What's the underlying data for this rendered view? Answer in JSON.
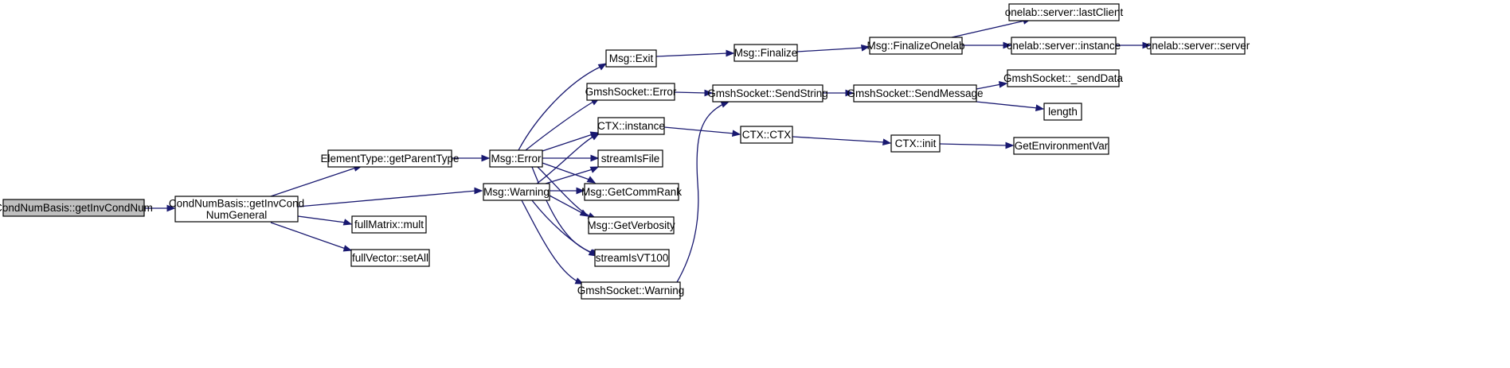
{
  "graph": {
    "edge_color": "#191970",
    "root_fill": "#bfbfbf",
    "nodes": {
      "root": [
        "CondNumBasis::getInvCondNum"
      ],
      "general": [
        "CondNumBasis::getInvCond",
        "NumGeneral"
      ],
      "parentType": [
        "ElementType::getParentType"
      ],
      "fmMult": [
        "fullMatrix::mult"
      ],
      "fvSetAll": [
        "fullVector::setAll"
      ],
      "msgError": [
        "Msg::Error"
      ],
      "msgWarning": [
        "Msg::Warning"
      ],
      "msgExit": [
        "Msg::Exit"
      ],
      "gsError": [
        "GmshSocket::Error"
      ],
      "ctxInstance": [
        "CTX::instance"
      ],
      "streamIsFile": [
        "streamIsFile"
      ],
      "commRank": [
        "Msg::GetCommRank"
      ],
      "verbosity": [
        "Msg::GetVerbosity"
      ],
      "streamIsVT100": [
        "streamIsVT100"
      ],
      "gsWarning": [
        "GmshSocket::Warning"
      ],
      "msgFinalize": [
        "Msg::Finalize"
      ],
      "finalizeOnelab": [
        "Msg::FinalizeOnelab"
      ],
      "lastClient": [
        "onelab::server::lastClient"
      ],
      "olInstance": [
        "onelab::server::instance"
      ],
      "olServer": [
        "onelab::server::server"
      ],
      "sendString": [
        "GmshSocket::SendString"
      ],
      "sendMessage": [
        "GmshSocket::SendMessage"
      ],
      "sendData": [
        "GmshSocket::_sendData"
      ],
      "length": [
        "length"
      ],
      "ctxCtx": [
        "CTX::CTX"
      ],
      "ctxInit": [
        "CTX::init"
      ],
      "envVar": [
        "GetEnvironmentVar"
      ]
    }
  }
}
